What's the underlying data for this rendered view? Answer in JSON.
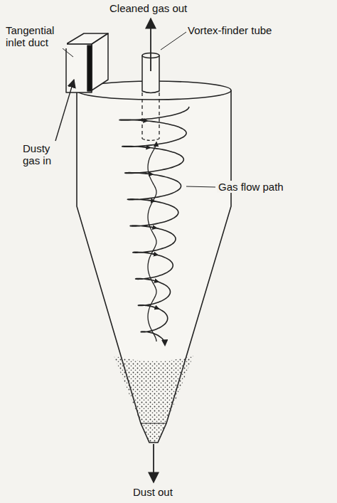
{
  "diagram": {
    "labels": [
      "Cleaned gas out",
      "Vortex-finder tube",
      "Tangential inlet duct",
      "Dusty gas in",
      "Gas flow path",
      "Dust out"
    ]
  }
}
